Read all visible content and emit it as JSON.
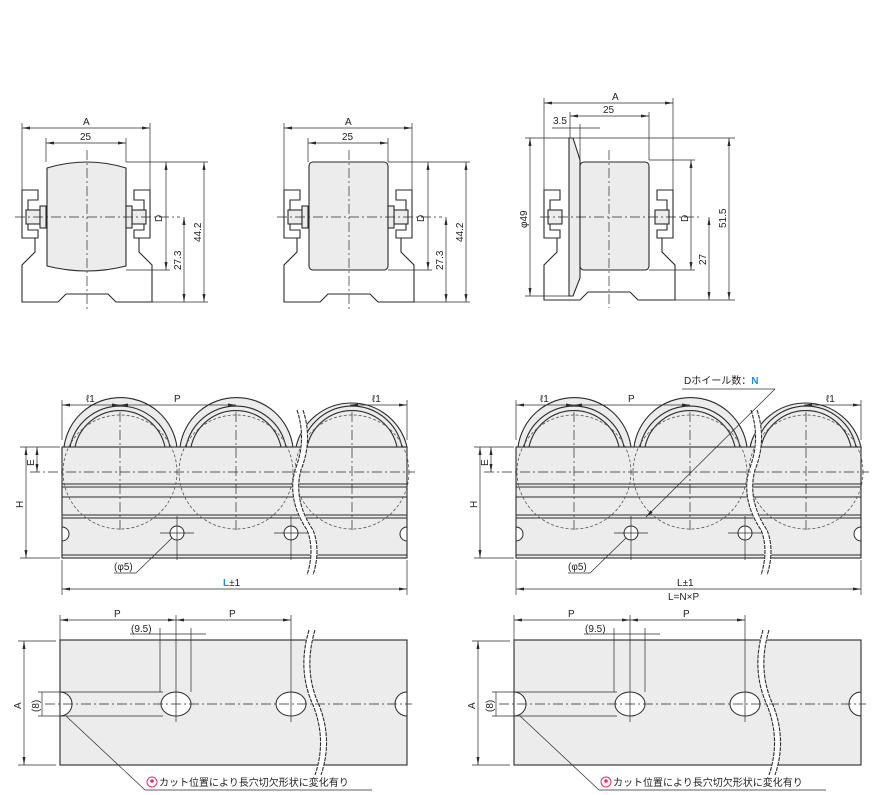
{
  "front_views": [
    {
      "a": "A",
      "width": "25",
      "d": "D",
      "axle_height": "27.3",
      "total_height": "44.2"
    },
    {
      "a": "A",
      "width": "25",
      "d": "D",
      "axle_height": "27.3",
      "total_height": "44.2"
    },
    {
      "a": "A",
      "width": "25",
      "flange": "3.5",
      "flange_dia": "φ49",
      "d": "D",
      "axle_height": "27",
      "total_height": "51.5"
    }
  ],
  "side_view": {
    "l1": "ℓ1",
    "p": "P",
    "e": "E",
    "h": "H",
    "hole": "(φ5)",
    "length_l": "L",
    "length_tol": "±1",
    "wheel_count_label": "Dホイール数：",
    "wheel_count_var": "N",
    "length_formula": "L=N×P"
  },
  "plan_view": {
    "p": "P",
    "offset": "(9.5)",
    "a": "A",
    "slot": "(8)",
    "note": "カット位置により長穴切欠形状に変化有り"
  },
  "colors": {
    "accent": "#1a8fe0",
    "note_icon": "#e0306a"
  }
}
